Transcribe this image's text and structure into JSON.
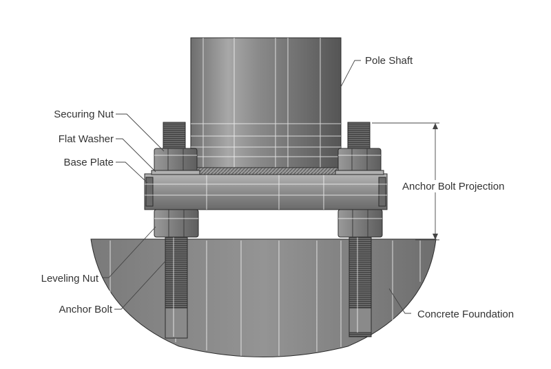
{
  "labels": {
    "pole_shaft": "Pole Shaft",
    "securing_nut": "Securing Nut",
    "flat_washer": "Flat Washer",
    "base_plate": "Base Plate",
    "anchor_bolt_projection": "Anchor Bolt Projection",
    "leveling_nut": "Leveling Nut",
    "anchor_bolt": "Anchor Bolt",
    "concrete_foundation": "Concrete Foundation"
  },
  "colors": {
    "steel_dark": "#5a5a5a",
    "steel_mid": "#8e8e8e",
    "steel_light": "#c4c4c4",
    "concrete": "#8a8a8a",
    "line": "#444444",
    "text": "#333333"
  }
}
